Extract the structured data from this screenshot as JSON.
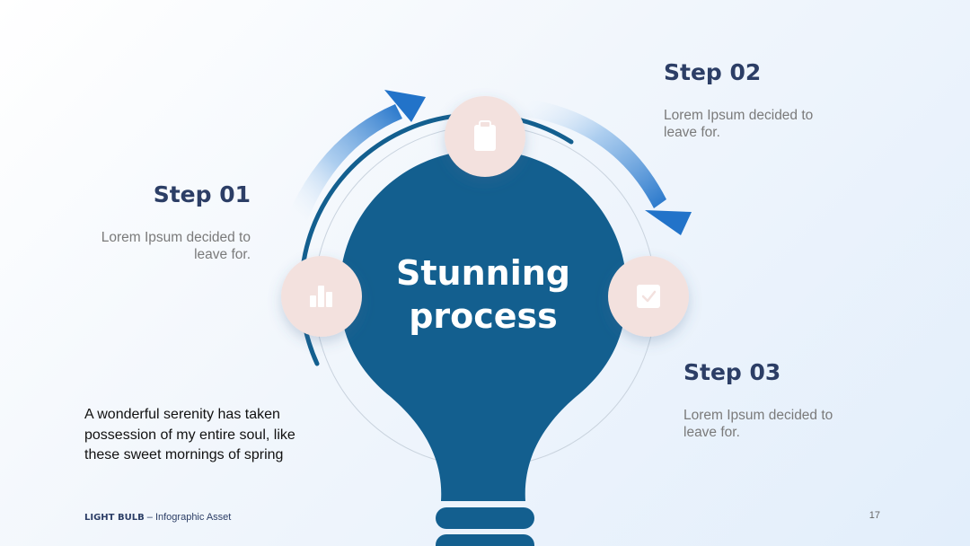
{
  "center": {
    "line1": "Stunning",
    "line2": "process"
  },
  "steps": [
    {
      "title": "Step 01",
      "desc": "Lorem Ipsum decided to leave for.",
      "icon": "bar-chart-icon"
    },
    {
      "title": "Step 02",
      "desc": "Lorem Ipsum decided to leave for.",
      "icon": "clipboard-icon"
    },
    {
      "title": "Step 03",
      "desc": "Lorem Ipsum decided to leave for.",
      "icon": "checkbox-icon"
    }
  ],
  "quote": "A wonderful serenity has taken possession of my entire soul, like these sweet mornings of spring",
  "footer": {
    "brand": "LIGHT BULB",
    "subtitle": " – Infographic Asset",
    "page_number": "17"
  },
  "colors": {
    "bulb": "#135f8f",
    "icon_circle": "#f3e1de",
    "heading": "#2c3e66",
    "arrow": "#2b78cf",
    "arc": "#135f8f"
  }
}
